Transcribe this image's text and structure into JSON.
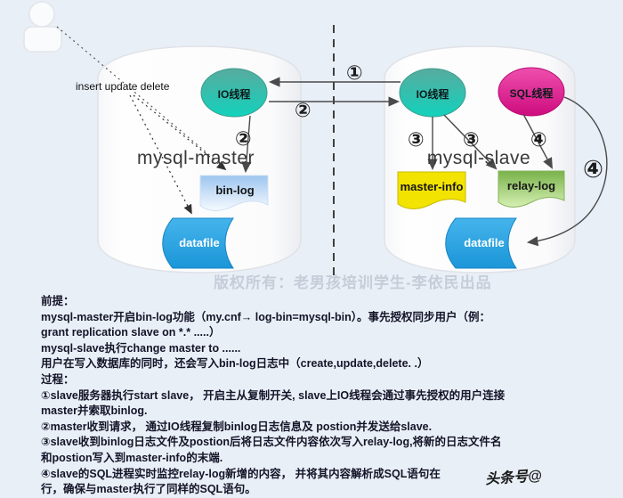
{
  "master": {
    "title": "mysql-master",
    "client_ops": "insert update delete",
    "io_thread": "IO线程",
    "bin_log": "bin-log",
    "datafile": "datafile"
  },
  "slave": {
    "title": "mysql-slave",
    "io_thread": "IO线程",
    "sql_thread": "SQL线程",
    "master_info": "master-info",
    "relay_log": "relay-log",
    "datafile": "datafile"
  },
  "steps": {
    "s1": "①",
    "s2": "②",
    "s3": "③",
    "s4": "④"
  },
  "watermarks": {
    "center": "版权所有：老男孩培训学生-李依民出品",
    "corner": "头条号@"
  },
  "notes": {
    "premise_title": "前提：",
    "premise_lines": [
      "mysql-master开启bin-log功能（my.cnf→ log-bin=mysql-bin）。事先授权同步用户（例：",
      "grant replication slave on *.*    .....）",
      "mysql-slave执行change master to    ......",
      "用户在写入数据库的同时，还会写入bin-log日志中（create,update,delete. .）"
    ],
    "process_title": "过程：",
    "process_lines": [
      "①slave服务器执行start slave， 开启主从复制开关, slave上IO线程会通过事先授权的用户连接",
      "master并索取binlog.",
      "②master收到请求， 通过IO线程复制binlog日志信息及 postion并发送给slave.",
      "③slave收到binlog日志文件及postion后将日志文件内容依次写入relay-log,将新的日志文件名",
      "和postion写入到master-info的末端.",
      "④slave的SQL进程实时监控relay-log新增的内容， 并将其内容解析成SQL语句在",
      "行，确保与master执行了同样的SQL语句。"
    ]
  },
  "colors": {
    "background": "#e9eff7",
    "io_thread": "#18cdb8",
    "sql_thread": "#d9107f",
    "bin_log": "#a9cdf1",
    "master_info": "#f2e300",
    "relay_log": "#8cc360",
    "datafile": "#29a4e4",
    "text": "#15152a"
  }
}
